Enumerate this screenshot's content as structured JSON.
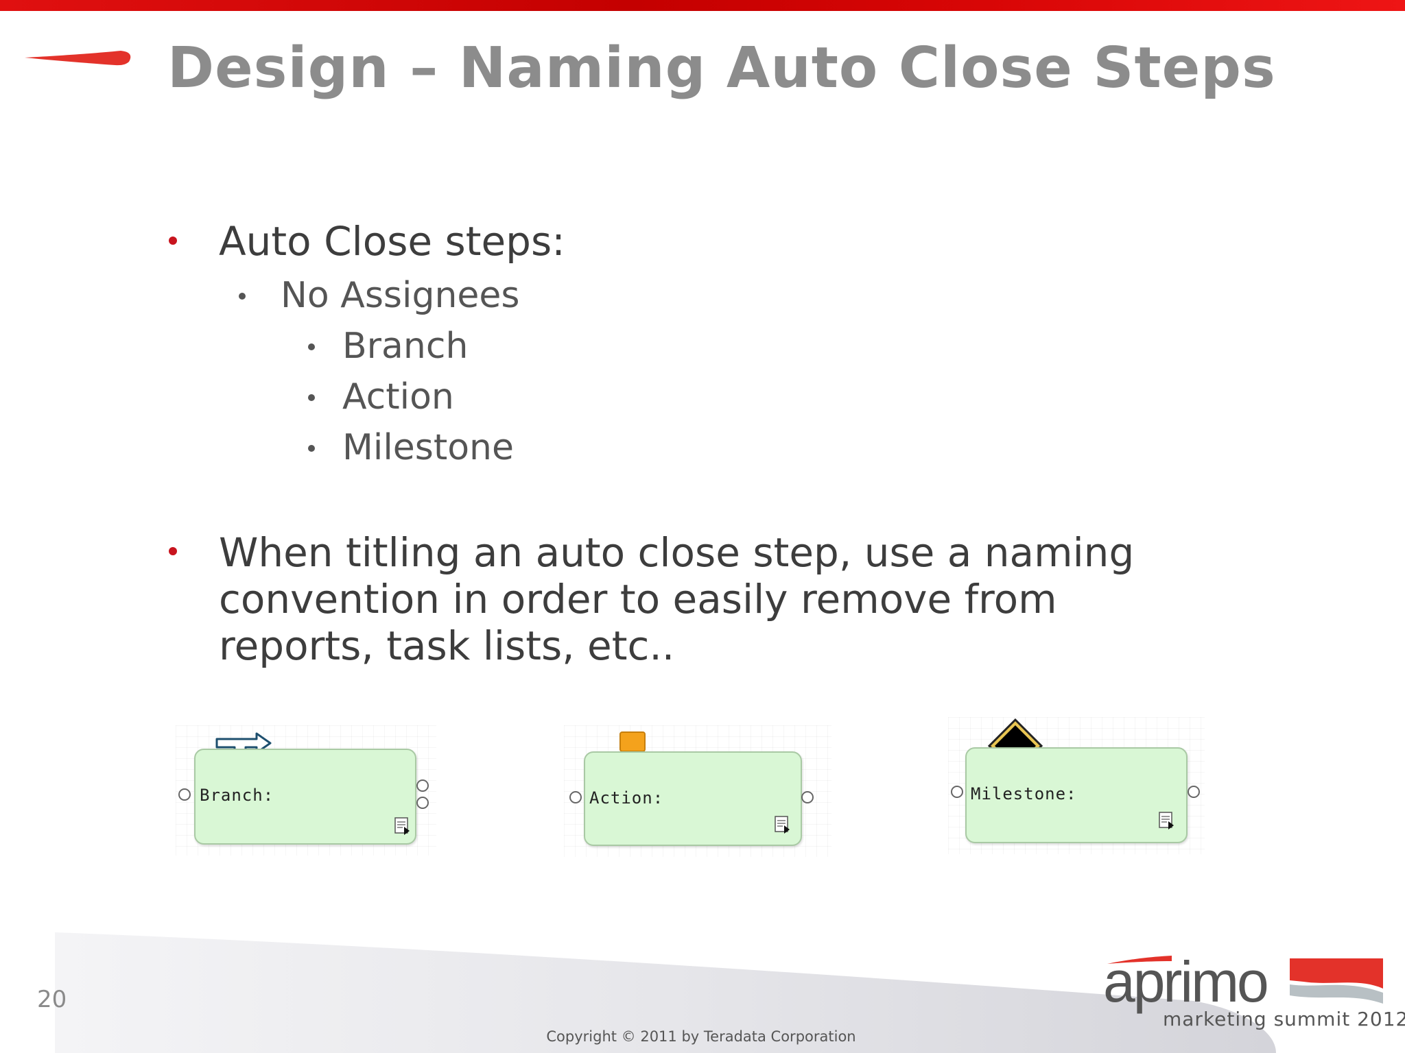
{
  "slide": {
    "title": "Design – Naming Auto Close Steps",
    "page_number": "20",
    "copyright": "Copyright © 2011 by Teradata Corporation"
  },
  "bullets": {
    "b1": "Auto Close steps:",
    "b1_sub": "No Assignees",
    "b1_items": [
      "Branch",
      "Action",
      "Milestone"
    ],
    "b2_lines": [
      "When titling an auto close step, use a naming",
      "convention in order to easily remove from",
      "reports, task lists, etc.."
    ]
  },
  "nodes": {
    "branch": {
      "label": "Branch:",
      "icon": "branch-arrow-icon"
    },
    "action": {
      "label": "Action:",
      "icon": "action-blocks-icon"
    },
    "milestone": {
      "label": "Milestone:",
      "icon": "diamond-icon"
    }
  },
  "logo": {
    "word": "aprimo",
    "subtitle": "marketing summit 2012"
  },
  "colors": {
    "accent_red": "#d40a0a",
    "title_grey": "#8c8c8c",
    "node_fill": "#d9f7d5"
  }
}
